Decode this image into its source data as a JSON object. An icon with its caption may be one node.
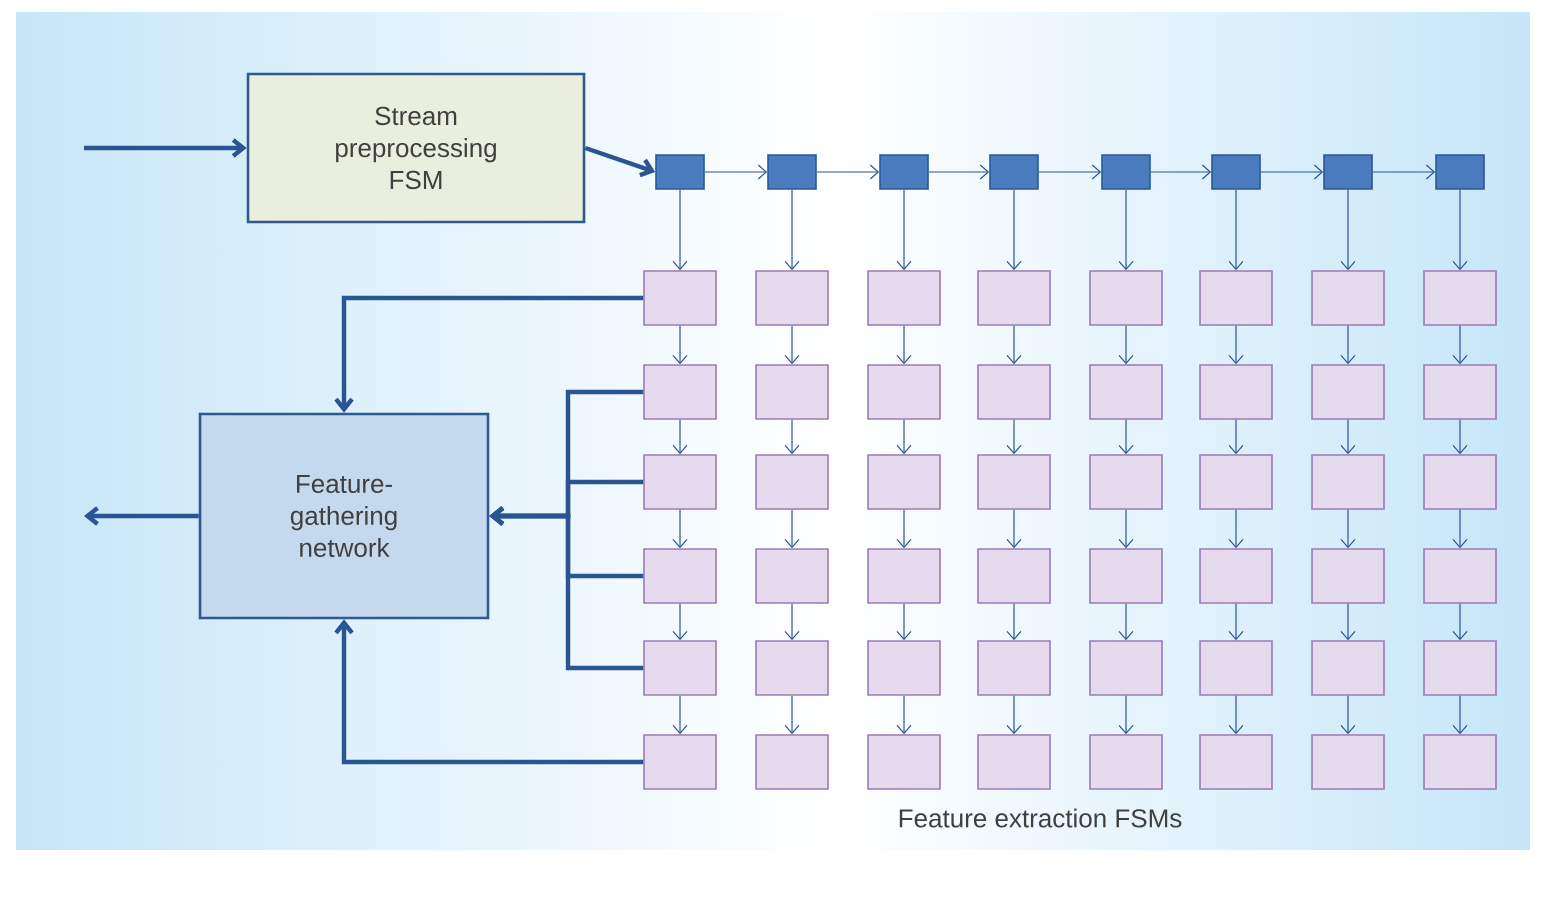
{
  "diagram": {
    "nodes": [
      {
        "text": [
          "Stream preprocessing FSM"
        ]
      },
      {
        "text": [
          "Feature-gathering network"
        ]
      },
      {
        "text": [],
        "shape": "box"
      },
      {
        "text": [],
        "shape": "box"
      },
      {
        "text": [],
        "shape": "box"
      },
      {
        "text": [],
        "shape": "box"
      },
      {
        "text": [],
        "shape": "box"
      },
      {
        "text": [],
        "shape": "box"
      },
      {
        "text": [],
        "shape": "box"
      },
      {
        "text": [],
        "shape": "box"
      },
      {
        "text": [],
        "shape": "box"
      },
      {
        "text": [],
        "shape": "box"
      },
      {
        "text": [],
        "shape": "box"
      },
      {
        "text": [],
        "shape": "box"
      },
      {
        "text": [],
        "shape": "box"
      },
      {
        "text": [],
        "shape": "box"
      },
      {
        "text": [],
        "shape": "box"
      },
      {
        "text": [],
        "shape": "box"
      },
      {
        "text": [],
        "shape": "box"
      },
      {
        "text": [],
        "shape": "box"
      },
      {
        "text": [],
        "shape": "box"
      },
      {
        "text": [],
        "shape": "box"
      },
      {
        "text": [],
        "shape": "box"
      },
      {
        "text": [],
        "shape": "box"
      },
      {
        "text": [],
        "shape": "box"
      },
      {
        "text": [],
        "shape": "box"
      },
      {
        "text": [],
        "shape": "box"
      },
      {
        "text": [],
        "shape": "box"
      },
      {
        "text": [],
        "shape": "box"
      },
      {
        "text": [],
        "shape": "box"
      },
      {
        "text": [],
        "shape": "box"
      },
      {
        "text": [],
        "shape": "box"
      },
      {
        "text": [],
        "shape": "box"
      },
      {
        "text": [],
        "shape": "box"
      },
      {
        "text": [],
        "shape": "box"
      },
      {
        "text": [],
        "shape": "box"
      },
      {
        "text": [],
        "shape": "box"
      },
      {
        "text": [],
        "shape": "box"
      },
      {
        "text": [],
        "shape": "box"
      },
      {
        "text": [],
        "shape": "box"
      },
      {
        "text": [],
        "shape": "box"
      },
      {
        "text": [],
        "shape": "box"
      },
      {
        "text": [],
        "shape": "box"
      },
      {
        "text": [],
        "shape": "box"
      },
      {
        "text": [],
        "shape": "box"
      },
      {
        "text": [],
        "shape": "box"
      },
      {
        "text": [],
        "shape": "box"
      },
      {
        "text": [],
        "shape": "box"
      },
      {
        "text": [],
        "shape": "box"
      },
      {
        "text": [],
        "shape": "box"
      },
      {
        "text": [],
        "shape": "box"
      },
      {
        "text": [],
        "shape": "box"
      },
      {
        "text": [],
        "shape": "box"
      },
      {
        "text": [],
        "shape": "box"
      },
      {
        "text": [],
        "shape": "box"
      },
      {
        "text": [],
        "shape": "box"
      },
      {
        "text": [],
        "shape": "box"
      },
      {
        "text": [],
        "shape": "box"
      }
    ],
    "edges": [
      {
        "from": null,
        "to": 0,
        "arrow": "to",
        "style": "thick"
      },
      {
        "from": 0,
        "to": 2,
        "arrow": "to",
        "style": "thick"
      },
      {
        "from": 2,
        "to": 3,
        "arrow": "to"
      },
      {
        "from": 3,
        "to": 4,
        "arrow": "to"
      },
      {
        "from": 4,
        "to": 5,
        "arrow": "to"
      },
      {
        "from": 5,
        "to": 6,
        "arrow": "to"
      },
      {
        "from": 6,
        "to": 7,
        "arrow": "to"
      },
      {
        "from": 7,
        "to": 8,
        "arrow": "to"
      },
      {
        "from": 8,
        "to": 9,
        "arrow": "to"
      },
      {
        "from": 2,
        "to": 10,
        "arrow": "to"
      },
      {
        "from": 3,
        "to": 11,
        "arrow": "to"
      },
      {
        "from": 4,
        "to": 12,
        "arrow": "to"
      },
      {
        "from": 5,
        "to": 13,
        "arrow": "to"
      },
      {
        "from": 6,
        "to": 14,
        "arrow": "to"
      },
      {
        "from": 7,
        "to": 15,
        "arrow": "to"
      },
      {
        "from": 8,
        "to": 16,
        "arrow": "to"
      },
      {
        "from": 9,
        "to": 17,
        "arrow": "to"
      },
      {
        "from": 10,
        "to": 18,
        "arrow": "to"
      },
      {
        "from": 18,
        "to": 26,
        "arrow": "to"
      },
      {
        "from": 26,
        "to": 34,
        "arrow": "to"
      },
      {
        "from": 34,
        "to": 42,
        "arrow": "to"
      },
      {
        "from": 42,
        "to": 50,
        "arrow": "to"
      },
      {
        "from": 11,
        "to": 19,
        "arrow": "to"
      },
      {
        "from": 19,
        "to": 27,
        "arrow": "to"
      },
      {
        "from": 27,
        "to": 35,
        "arrow": "to"
      },
      {
        "from": 35,
        "to": 43,
        "arrow": "to"
      },
      {
        "from": 43,
        "to": 51,
        "arrow": "to"
      },
      {
        "from": 12,
        "to": 20,
        "arrow": "to"
      },
      {
        "from": 20,
        "to": 28,
        "arrow": "to"
      },
      {
        "from": 28,
        "to": 36,
        "arrow": "to"
      },
      {
        "from": 36,
        "to": 44,
        "arrow": "to"
      },
      {
        "from": 44,
        "to": 52,
        "arrow": "to"
      },
      {
        "from": 13,
        "to": 21,
        "arrow": "to"
      },
      {
        "from": 21,
        "to": 29,
        "arrow": "to"
      },
      {
        "from": 29,
        "to": 37,
        "arrow": "to"
      },
      {
        "from": 37,
        "to": 45,
        "arrow": "to"
      },
      {
        "from": 45,
        "to": 53,
        "arrow": "to"
      },
      {
        "from": 14,
        "to": 22,
        "arrow": "to"
      },
      {
        "from": 22,
        "to": 30,
        "arrow": "to"
      },
      {
        "from": 30,
        "to": 38,
        "arrow": "to"
      },
      {
        "from": 38,
        "to": 46,
        "arrow": "to"
      },
      {
        "from": 46,
        "to": 54,
        "arrow": "to"
      },
      {
        "from": 15,
        "to": 23,
        "arrow": "to"
      },
      {
        "from": 23,
        "to": 31,
        "arrow": "to"
      },
      {
        "from": 31,
        "to": 39,
        "arrow": "to"
      },
      {
        "from": 39,
        "to": 47,
        "arrow": "to"
      },
      {
        "from": 47,
        "to": 55,
        "arrow": "to"
      },
      {
        "from": 16,
        "to": 24,
        "arrow": "to"
      },
      {
        "from": 24,
        "to": 32,
        "arrow": "to"
      },
      {
        "from": 32,
        "to": 40,
        "arrow": "to"
      },
      {
        "from": 40,
        "to": 48,
        "arrow": "to"
      },
      {
        "from": 48,
        "to": 56,
        "arrow": "to"
      },
      {
        "from": 17,
        "to": 25,
        "arrow": "to"
      },
      {
        "from": 25,
        "to": 33,
        "arrow": "to"
      },
      {
        "from": 33,
        "to": 41,
        "arrow": "to"
      },
      {
        "from": 41,
        "to": 49,
        "arrow": "to"
      },
      {
        "from": 49,
        "to": 57,
        "arrow": "to"
      },
      {
        "from": 10,
        "to": 1,
        "arrow": "to",
        "style": "thick"
      },
      {
        "from": 18,
        "to": 1,
        "arrow": "to",
        "style": "thick"
      },
      {
        "from": 26,
        "to": 1,
        "arrow": "to",
        "style": "thick"
      },
      {
        "from": 34,
        "to": 1,
        "arrow": "to",
        "style": "thick"
      },
      {
        "from": 42,
        "to": 1,
        "arrow": "to",
        "style": "thick"
      },
      {
        "from": 50,
        "to": 1,
        "arrow": "to",
        "style": "thick"
      },
      {
        "from": 1,
        "to": null,
        "arrow": "to",
        "style": "thick"
      }
    ],
    "labels": [
      "Feature extraction FSMs"
    ]
  }
}
